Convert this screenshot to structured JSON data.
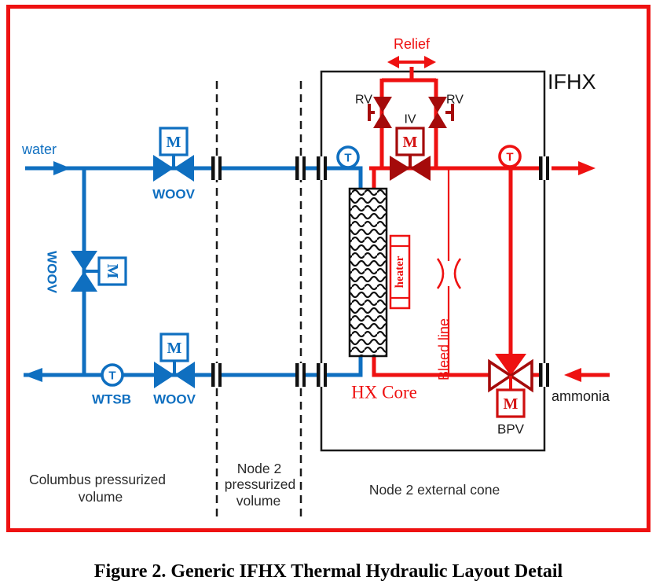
{
  "palette": {
    "pipe_blue": "#0f6fc0",
    "pipe_red": "#ee1111",
    "valve_dark_red": "#a50b0b",
    "frame_red": "#ee1111",
    "diagram_black": "#1a1a1a"
  },
  "caption": "Figure 2.  Generic IFHX Thermal Hydraulic Layout Detail",
  "ifhx": {
    "label": "IFHX",
    "core": "HX Core",
    "heater": "heater",
    "bleed": "Bleed line",
    "relief": "Relief",
    "rv_left": "RV",
    "rv_right": "RV",
    "iv": "IV",
    "bpv": "BPV"
  },
  "water": {
    "inlet": "water",
    "woov_supply": "WOOV",
    "woov_bypass": "WOOV",
    "woov_return": "WOOV",
    "wtsb": "WTSB"
  },
  "ammonia": {
    "inlet": "ammonia"
  },
  "symbols": {
    "motor": "M",
    "temp": "T"
  },
  "zones": {
    "columbus": [
      "Columbus pressurized",
      "volume"
    ],
    "node2": [
      "Node 2",
      "pressurized",
      "volume"
    ],
    "external": "Node 2 external cone"
  }
}
